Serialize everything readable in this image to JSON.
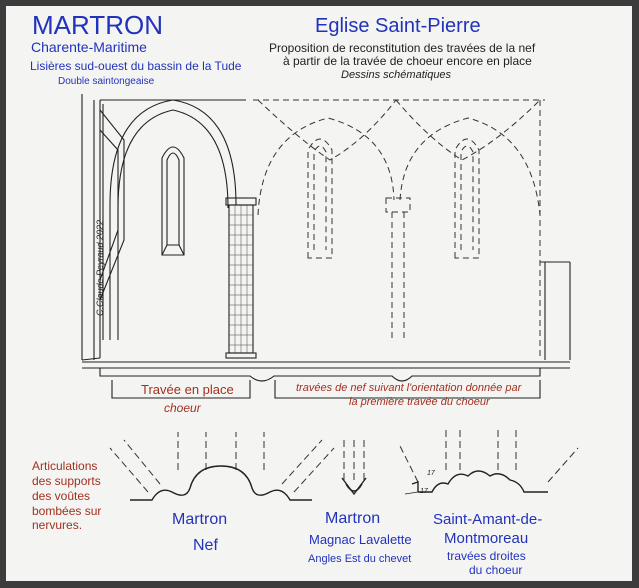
{
  "colors": {
    "blue": "#2233bb",
    "red": "#a33020",
    "ink": "#222222",
    "paper": "#f4f4f2"
  },
  "header": {
    "title": "MARTRON",
    "subtitle": "Charente-Maritime",
    "region": "Lisières sud-ouest du bassin de la Tude",
    "double": "Double saintongeaise"
  },
  "church": {
    "name": "Eglise Saint-Pierre",
    "line1": "Proposition de reconstitution des travées de la nef",
    "line2": "à partir de la travée de choeur encore en place",
    "note": "Dessins schématiques"
  },
  "credit": "C.Claude Peyraud 2022",
  "labels": {
    "bay_in_place": "Travée en place",
    "choir": "choeur",
    "nave_line1": "travées de nef suivant l'orientation donnée par",
    "nave_line2": "la première travée du choeur"
  },
  "legend": {
    "l1": "Articulations",
    "l2": "des supports",
    "l3": "des voûtes",
    "l4": "bombées sur",
    "l5": "nervures."
  },
  "captions": {
    "a1": "Martron",
    "a2": "Nef",
    "b1": "Martron",
    "b2": "Magnac Lavalette",
    "b3": "Angles Est du chevet",
    "c1": "Saint-Amant-de-",
    "c2": "Montmoreau",
    "c3": "travées droites",
    "c4": "du choeur"
  },
  "marks": {
    "m1": "17",
    "m2": "17"
  }
}
